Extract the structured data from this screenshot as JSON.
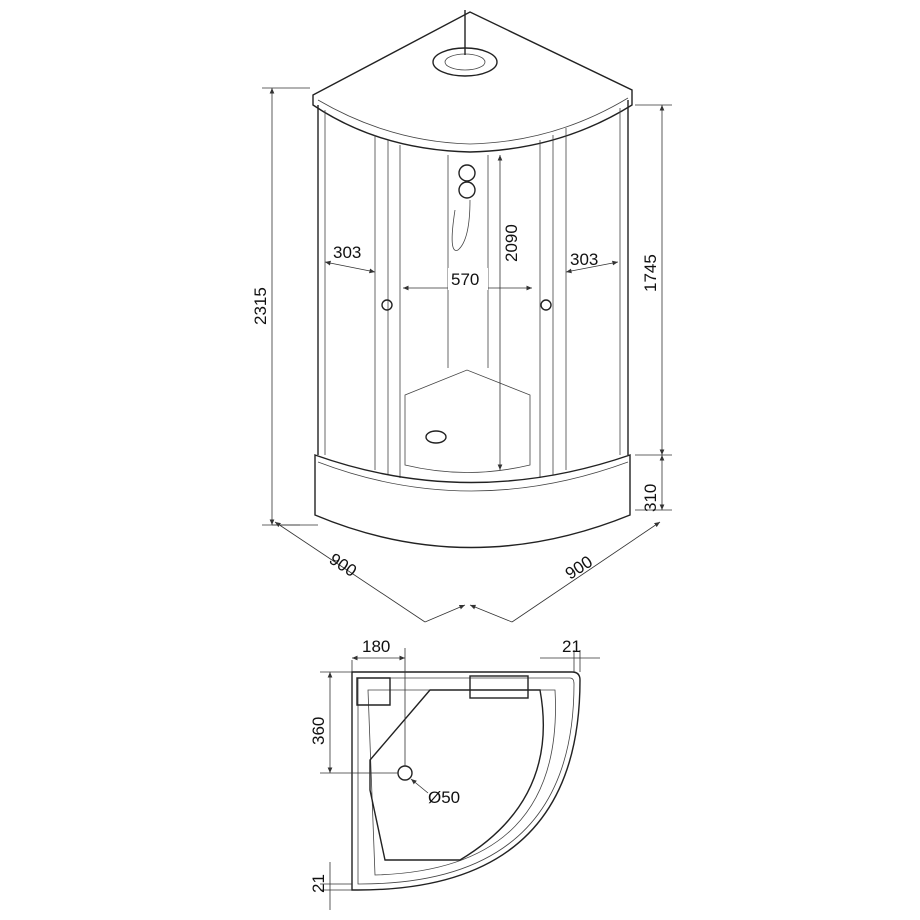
{
  "drawing": {
    "elevation": {
      "total_height": "2315",
      "inner_height": "2090",
      "door_height": "1745",
      "tray_height": "310",
      "left_panel_width": "303",
      "door_opening": "570",
      "right_panel_width": "303",
      "depth_left": "900",
      "depth_right": "900"
    },
    "plan": {
      "drain_offset_x": "180",
      "frame_offset_top": "21",
      "drain_offset_y": "360",
      "drain_diameter": "Ø50",
      "frame_offset_bottom": "21"
    }
  }
}
